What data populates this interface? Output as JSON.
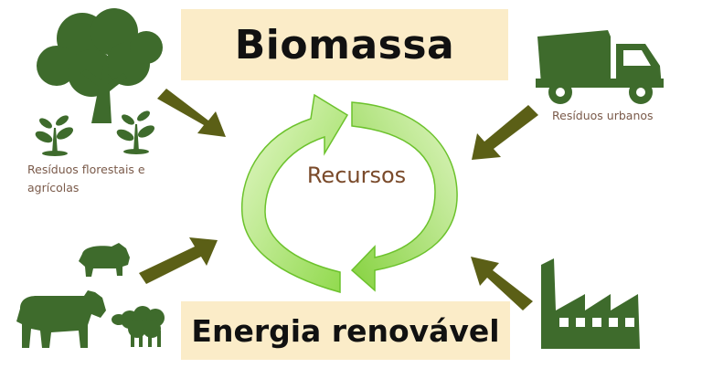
{
  "title": "Biomassa",
  "center_label": "Recursos",
  "bottom_label": "Energia renovável",
  "sources": {
    "forest": {
      "label_line1": "Resíduos florestais e",
      "label_line2": "agrícolas",
      "icon": "tree-and-sprouts-icon"
    },
    "urban": {
      "label": "Resíduos urbanos",
      "icon": "dump-truck-icon"
    },
    "livestock": {
      "icon": "livestock-icon"
    },
    "industry": {
      "icon": "factory-icon"
    }
  },
  "colors": {
    "icon_green": "#3e6b2c",
    "arrow_olive": "#5b5f16",
    "cycle_light": "#c9ee9a",
    "cycle_dark": "#7fcf3a",
    "label_box": "#fbecc8"
  }
}
